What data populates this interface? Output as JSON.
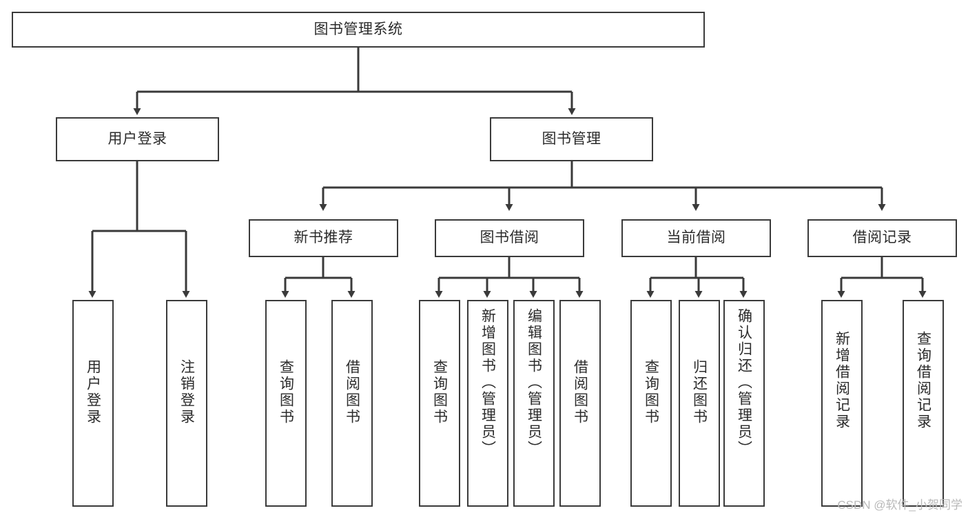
{
  "diagram": {
    "title": "图书管理系统",
    "type": "hierarchy-tree",
    "watermark": "CSDN @软件_小贺同学",
    "colors": {
      "background": "#ffffff",
      "box_border": "#3a3a3a",
      "text": "#2b2b2b",
      "edge": "#3a3a3a",
      "watermark": "#b9b9b9"
    },
    "nodes": {
      "root": {
        "label": "图书管理系统",
        "level": 1,
        "orientation": "horizontal"
      },
      "l2": [
        {
          "id": "user-login",
          "label": "用户登录",
          "level": 2,
          "orientation": "horizontal"
        },
        {
          "id": "book-manage",
          "label": "图书管理",
          "level": 2,
          "orientation": "horizontal"
        }
      ],
      "l3": [
        {
          "id": "new-book-rec",
          "label": "新书推荐",
          "level": 3,
          "orientation": "horizontal"
        },
        {
          "id": "book-borrow",
          "label": "图书借阅",
          "level": 3,
          "orientation": "horizontal"
        },
        {
          "id": "current-borrow",
          "label": "当前借阅",
          "level": 3,
          "orientation": "horizontal"
        },
        {
          "id": "borrow-record",
          "label": "借阅记录",
          "level": 3,
          "orientation": "horizontal"
        }
      ],
      "leaves": [
        {
          "id": "leaf-user-login",
          "label": "用户登录",
          "parent": "user-login",
          "orientation": "vertical"
        },
        {
          "id": "leaf-user-logout",
          "label": "注销登录",
          "parent": "user-login",
          "orientation": "vertical"
        },
        {
          "id": "leaf-query-book-1",
          "label": "查询图书",
          "parent": "new-book-rec",
          "orientation": "vertical"
        },
        {
          "id": "leaf-borrow-book-1",
          "label": "借阅图书",
          "parent": "new-book-rec",
          "orientation": "vertical"
        },
        {
          "id": "leaf-query-book-2",
          "label": "查询图书",
          "parent": "book-borrow",
          "orientation": "vertical"
        },
        {
          "id": "leaf-add-book",
          "label": "新增图书（管理员）",
          "parent": "book-borrow",
          "orientation": "vertical"
        },
        {
          "id": "leaf-edit-book",
          "label": "编辑图书（管理员）",
          "parent": "book-borrow",
          "orientation": "vertical"
        },
        {
          "id": "leaf-borrow-book-2",
          "label": "借阅图书",
          "parent": "book-borrow",
          "orientation": "vertical"
        },
        {
          "id": "leaf-query-book-3",
          "label": "查询图书",
          "parent": "current-borrow",
          "orientation": "vertical"
        },
        {
          "id": "leaf-return-book",
          "label": "归还图书",
          "parent": "current-borrow",
          "orientation": "vertical"
        },
        {
          "id": "leaf-confirm-return",
          "label": "确认归还（管理员）",
          "parent": "current-borrow",
          "orientation": "vertical"
        },
        {
          "id": "leaf-add-record",
          "label": "新增借阅记录",
          "parent": "borrow-record",
          "orientation": "vertical"
        },
        {
          "id": "leaf-query-record",
          "label": "查询借阅记录",
          "parent": "borrow-record",
          "orientation": "vertical"
        }
      ]
    }
  }
}
